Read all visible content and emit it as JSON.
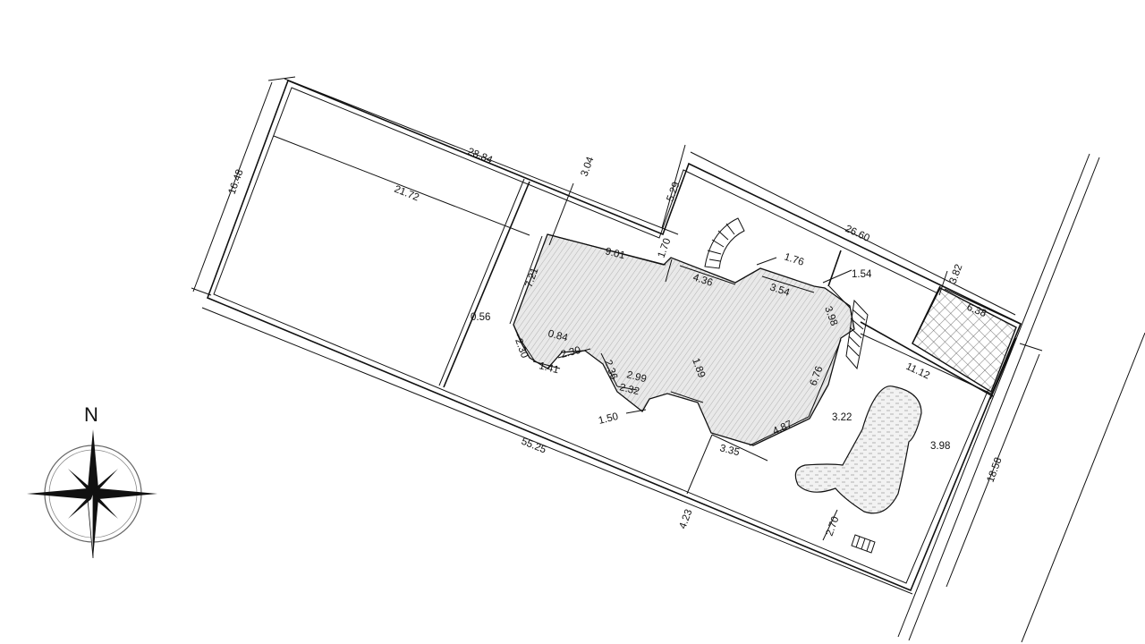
{
  "compass": {
    "north_label": "N"
  },
  "dimensions": [
    {
      "id": "d-16-48",
      "text": "16.48"
    },
    {
      "id": "d-28-84",
      "text": "28.84"
    },
    {
      "id": "d-21-72",
      "text": "21.72"
    },
    {
      "id": "d-3-04",
      "text": "3.04"
    },
    {
      "id": "d-5-29",
      "text": "5.29"
    },
    {
      "id": "d-26-60",
      "text": "26.60"
    },
    {
      "id": "d-3-82",
      "text": "3.82"
    },
    {
      "id": "d-6-38",
      "text": "6.38"
    },
    {
      "id": "d-9-01",
      "text": "9.01"
    },
    {
      "id": "d-1-70",
      "text": "1.70"
    },
    {
      "id": "d-4-36",
      "text": "4.36"
    },
    {
      "id": "d-1-76",
      "text": "1.76"
    },
    {
      "id": "d-3-54",
      "text": "3.54"
    },
    {
      "id": "d-1-54",
      "text": "1.54"
    },
    {
      "id": "d-3-98a",
      "text": "3.98"
    },
    {
      "id": "d-7-21",
      "text": "7.21"
    },
    {
      "id": "d-0-56",
      "text": "0.56"
    },
    {
      "id": "d-0-84",
      "text": "0.84"
    },
    {
      "id": "d-2-30a",
      "text": "2.30"
    },
    {
      "id": "d-2-30b",
      "text": "2.30"
    },
    {
      "id": "d-1-41",
      "text": "1.41"
    },
    {
      "id": "d-2-36",
      "text": "2.36"
    },
    {
      "id": "d-2-99",
      "text": "2.99"
    },
    {
      "id": "d-2-32",
      "text": "2.32"
    },
    {
      "id": "d-1-89",
      "text": "1.89"
    },
    {
      "id": "d-1-50",
      "text": "1.50"
    },
    {
      "id": "d-6-76",
      "text": "6.76"
    },
    {
      "id": "d-11-12",
      "text": "11.12"
    },
    {
      "id": "d-3-22",
      "text": "3.22"
    },
    {
      "id": "d-4-87",
      "text": "4.87"
    },
    {
      "id": "d-3-35",
      "text": "3.35"
    },
    {
      "id": "d-3-98b",
      "text": "3.98"
    },
    {
      "id": "d-55-25",
      "text": "55.25"
    },
    {
      "id": "d-4-23",
      "text": "4.23"
    },
    {
      "id": "d-2-70",
      "text": "2.70"
    },
    {
      "id": "d-18-58",
      "text": "18.58"
    }
  ]
}
